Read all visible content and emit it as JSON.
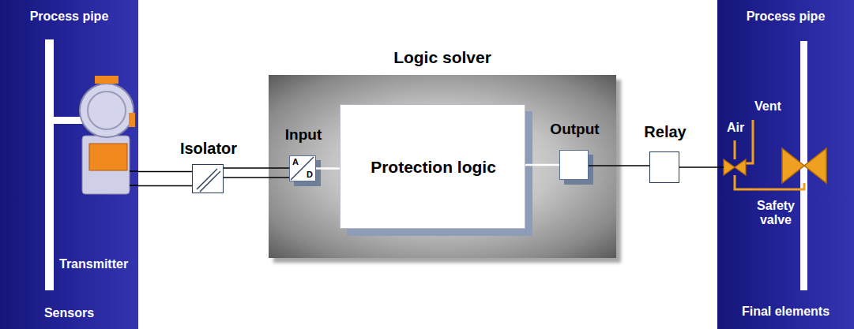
{
  "diagram": {
    "nodes": [
      {
        "text": [
          "Process pipe",
          "Transmitter",
          "Sensors"
        ]
      },
      {
        "text": [
          "Isolator"
        ]
      },
      {
        "text": [
          "Logic solver"
        ]
      },
      {
        "text": [
          "Input",
          "A",
          "D"
        ],
        "in": 2
      },
      {
        "text": [
          "Protection logic"
        ],
        "in": 2
      },
      {
        "text": [
          "Output"
        ],
        "in": 2
      },
      {
        "text": [
          "Relay"
        ]
      },
      {
        "text": [
          "Process pipe",
          "Vent",
          "Air",
          "Safety valve",
          "Final elements"
        ]
      }
    ],
    "edges": [
      {
        "from": 0,
        "to": 1,
        "arrow": "none"
      },
      {
        "from": 1,
        "to": 3,
        "arrow": "none"
      },
      {
        "from": 3,
        "to": 4,
        "arrow": "none"
      },
      {
        "from": 4,
        "to": 5,
        "arrow": "none"
      },
      {
        "from": 5,
        "to": 6,
        "arrow": "none"
      },
      {
        "from": 6,
        "to": 7,
        "arrow": "none"
      }
    ]
  }
}
